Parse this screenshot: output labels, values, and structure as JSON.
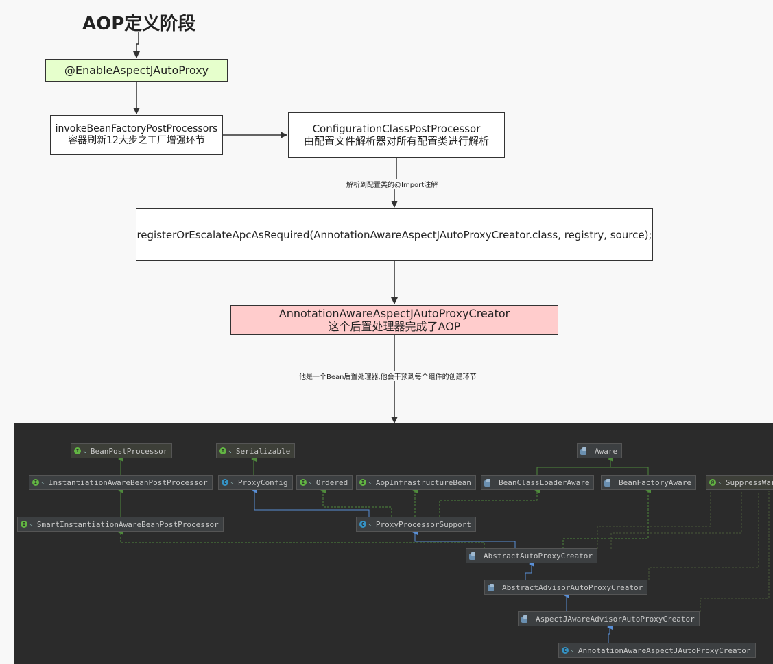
{
  "title": "AOP定义阶段",
  "flow": {
    "enable_annotation": "@EnableAspectJAutoProxy",
    "invoke_step": {
      "line1": "invokeBeanFactoryPostProcessors",
      "line2": "容器刷新12大步之工厂增强环节"
    },
    "config_processor": {
      "line1": "ConfigurationClassPostProcessor",
      "line2": "由配置文件解析器对所有配置类进行解析"
    },
    "import_label": "解析到配置类的@Import注解",
    "register_call": "registerOrEscalateApcAsRequired(AnnotationAwareAspectJAutoProxyCreator.class, registry, source);",
    "creator": {
      "line1": "AnnotationAwareAspectJAutoProxyCreator",
      "line2": "这个后置处理器完成了AOP"
    },
    "bean_label": "他是一个Bean后置处理器,他会干预到每个组件的创建环节"
  },
  "colors": {
    "enable_bg": "#e6ffcc",
    "creator_bg": "#ffcccc",
    "uml_bg": "#2b2b2b",
    "green_icon": "#62b543",
    "blue_icon": "#3592c4",
    "impl_edge": "#4f8a3c",
    "extends_edge": "#5a8fd6"
  },
  "hierarchy": {
    "bean_post_processor": "BeanPostProcessor",
    "serializable": "Serializable",
    "aware": "Aware",
    "instantiation_aware": "InstantiationAwareBeanPostProcessor",
    "proxy_config": "ProxyConfig",
    "ordered": "Ordered",
    "aop_infrastructure_bean": "AopInfrastructureBean",
    "bean_class_loader_aware": "BeanClassLoaderAware",
    "bean_factory_aware": "BeanFactoryAware",
    "suppress_warnings": "SuppressWarnings",
    "smart_instantiation_aware": "SmartInstantiationAwareBeanPostProcessor",
    "proxy_processor_support": "ProxyProcessorSupport",
    "abstract_auto_proxy_creator": "AbstractAutoProxyCreator",
    "abstract_advisor_auto_proxy_creator": "AbstractAdvisorAutoProxyCreator",
    "aspectj_aware_advisor_auto_proxy_creator": "AspectJAwareAdvisorAutoProxyCreator",
    "annotation_aware_aspectj_auto_proxy_creator": "AnnotationAwareAspectJAutoProxyCreator"
  }
}
